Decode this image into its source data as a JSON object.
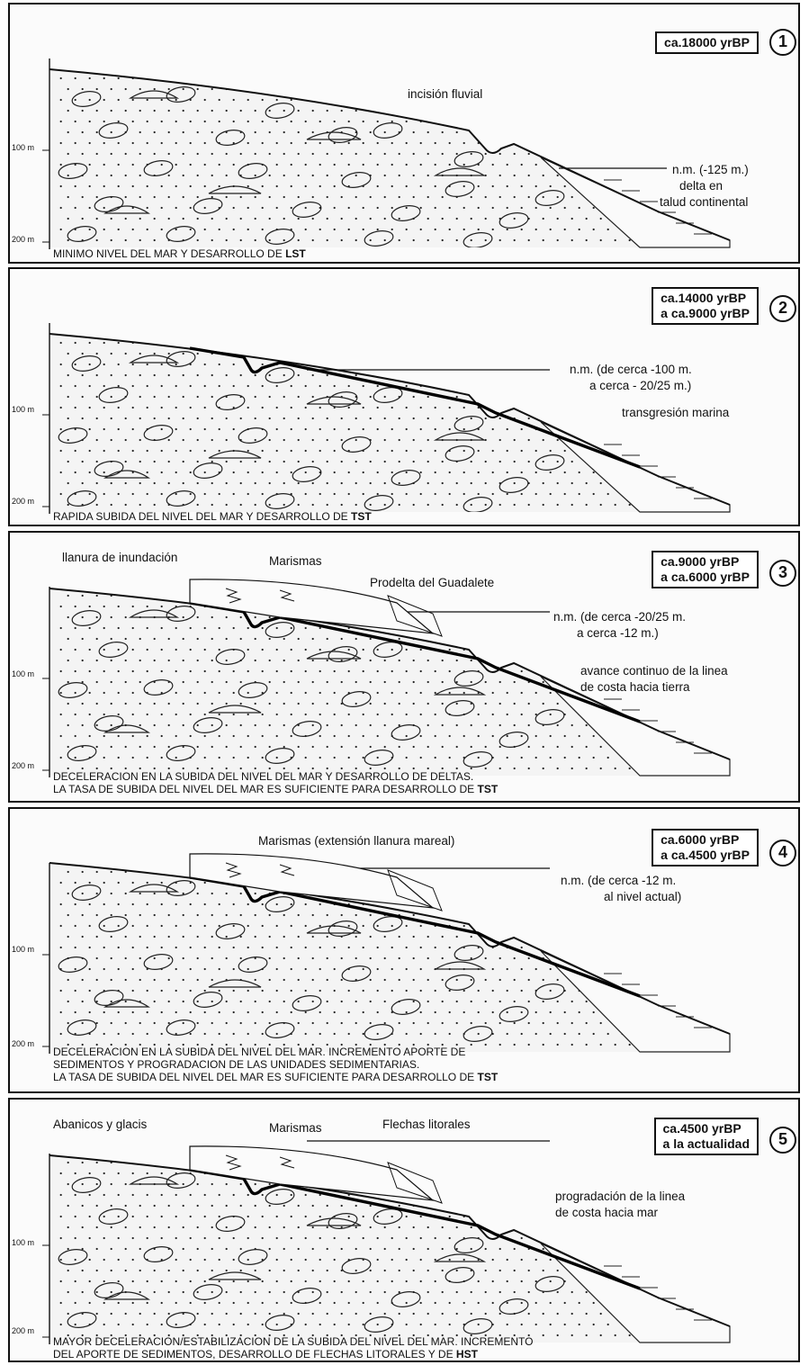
{
  "axis": {
    "tick_100": "100 m",
    "tick_200": "200 m"
  },
  "panels": [
    {
      "number": "1",
      "date_line1": "ca.18000 yrBP",
      "date_line2": "",
      "labels": {
        "fluvial": "incisión fluvial",
        "nm": "n.m. (-125 m.)",
        "delta1": "delta en",
        "delta2": "talud continental"
      },
      "caption_lines": [
        "MINIMO NIVEL DEL MAR Y DESARROLLO DE "
      ],
      "caption_bold": "LST"
    },
    {
      "number": "2",
      "date_line1": "ca.14000 yrBP",
      "date_line2": "a ca.9000 yrBP",
      "labels": {
        "nm1": "n.m. (de cerca -100 m.",
        "nm2": "a cerca - 20/25 m.)",
        "trans": "transgresión marina"
      },
      "caption_lines": [
        "RAPIDA SUBIDA DEL NIVEL DEL MAR Y DESARROLLO DE "
      ],
      "caption_bold": "TST"
    },
    {
      "number": "3",
      "date_line1": "ca.9000 yrBP",
      "date_line2": "a ca.6000 yrBP",
      "labels": {
        "llanura": "llanura de inundación",
        "marismas": "Marismas",
        "prodelta": "Prodelta del Guadalete",
        "nm1": "n.m. (de cerca -20/25 m.",
        "nm2": "a cerca -12 m.)",
        "avance1": "avance continuo de la linea",
        "avance2": "de costa hacia tierra"
      },
      "caption_lines": [
        "DECELERACION EN LA SUBIDA DEL NIVEL DEL MAR Y DESARROLLO DE DELTAS.",
        "LA TASA DE SUBIDA DEL NIVEL DEL MAR ES SUFICIENTE PARA DESARROLLO DE "
      ],
      "caption_bold": "TST"
    },
    {
      "number": "4",
      "date_line1": "ca.6000 yrBP",
      "date_line2": "a ca.4500 yrBP",
      "labels": {
        "marismas": "Marismas (extensión llanura mareal)",
        "nm1": "n.m. (de cerca -12 m.",
        "nm2": "al nivel actual)"
      },
      "caption_lines": [
        "DECELERACION EN LA SUBIDA DEL NIVEL DEL MAR. INCREMENTO APORTE DE",
        "SEDIMENTOS Y PROGRADACION DE LAS UNIDADES SEDIMENTARIAS.",
        "LA TASA DE SUBIDA DEL NIVEL DEL MAR ES SUFICIENTE PARA DESARROLLO DE "
      ],
      "caption_bold": "TST"
    },
    {
      "number": "5",
      "date_line1": "ca.4500 yrBP",
      "date_line2": "a la actualidad",
      "labels": {
        "abanicos": "Abanicos y glacis",
        "marismas": "Marismas",
        "flechas": "Flechas litorales",
        "prog1": "progradación de la linea",
        "prog2": "de costa hacia mar"
      },
      "caption_lines": [
        "MAYOR DECELERACION/ESTABILIZACION DE LA SUBIDA DEL NIVEL DEL MAR. INCREMENTO",
        "DEL APORTE DE SEDIMENTOS, DESARROLLO DE FLECHAS LITORALES Y DE "
      ],
      "caption_bold": "HST"
    }
  ]
}
